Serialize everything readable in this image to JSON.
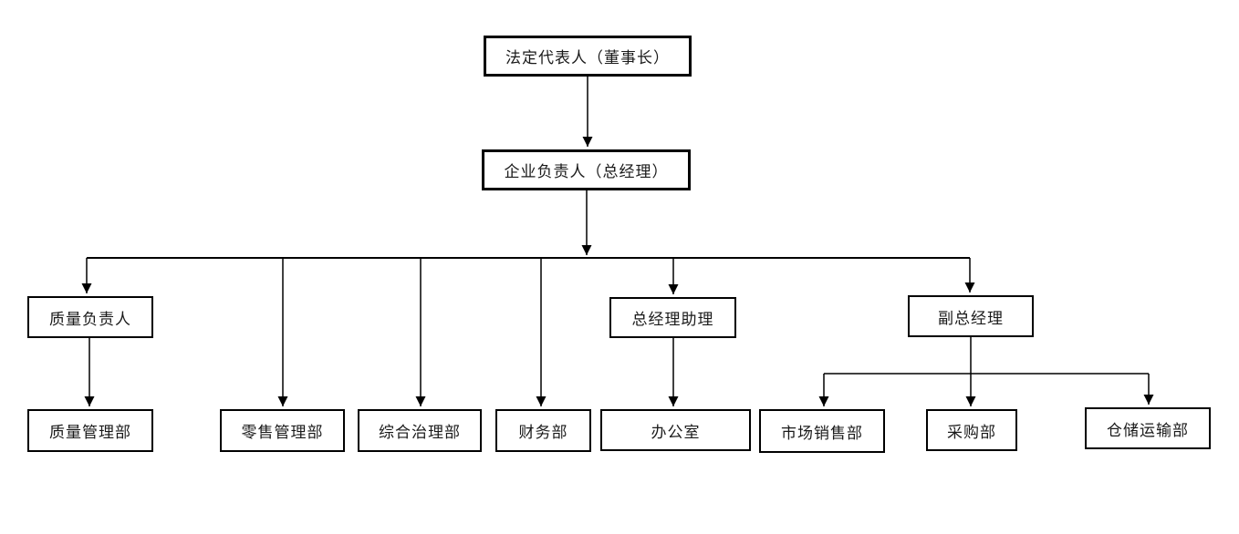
{
  "diagram": {
    "type": "org-chart",
    "background_color": "#ffffff",
    "line_color": "#000000",
    "box_border_color": "#000000",
    "box_fill_color": "#ffffff",
    "text_color": "#1a1a1a",
    "nodes": {
      "legal_rep": {
        "label": "法定代表人（董事长）"
      },
      "general_manager": {
        "label": "企业负责人（总经理）"
      },
      "quality_head": {
        "label": "质量负责人"
      },
      "gm_assistant": {
        "label": "总经理助理"
      },
      "deputy_gm": {
        "label": "副总经理"
      },
      "quality_mgmt_dept": {
        "label": "质量管理部"
      },
      "retail_mgmt_dept": {
        "label": "零售管理部"
      },
      "governance_dept": {
        "label": "综合治理部"
      },
      "finance_dept": {
        "label": "财务部"
      },
      "office": {
        "label": "办公室"
      },
      "market_sales_dept": {
        "label": "市场销售部"
      },
      "purchasing_dept": {
        "label": "采购部"
      },
      "warehouse_transport_dept": {
        "label": "仓储运输部"
      }
    },
    "edges": [
      {
        "from": "法定代表人（董事长）",
        "to": "企业负责人（总经理）"
      },
      {
        "from": "企业负责人（总经理）",
        "to": "质量负责人"
      },
      {
        "from": "企业负责人（总经理）",
        "to": "零售管理部"
      },
      {
        "from": "企业负责人（总经理）",
        "to": "综合治理部"
      },
      {
        "from": "企业负责人（总经理）",
        "to": "财务部"
      },
      {
        "from": "企业负责人（总经理）",
        "to": "总经理助理"
      },
      {
        "from": "企业负责人（总经理）",
        "to": "副总经理"
      },
      {
        "from": "质量负责人",
        "to": "质量管理部"
      },
      {
        "from": "总经理助理",
        "to": "办公室"
      },
      {
        "from": "副总经理",
        "to": "市场销售部"
      },
      {
        "from": "副总经理",
        "to": "采购部"
      },
      {
        "from": "副总经理",
        "to": "仓储运输部"
      }
    ]
  }
}
